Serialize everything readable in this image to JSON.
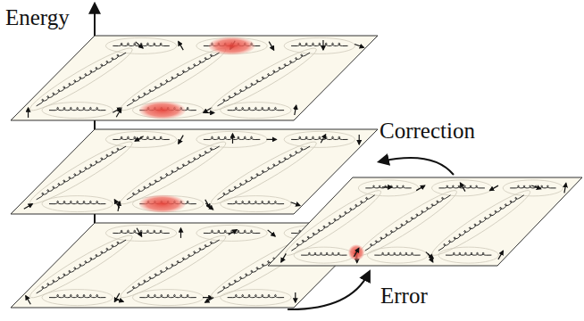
{
  "diagram": {
    "labels": [
      "Energy",
      "Correction",
      "Error"
    ]
  }
}
